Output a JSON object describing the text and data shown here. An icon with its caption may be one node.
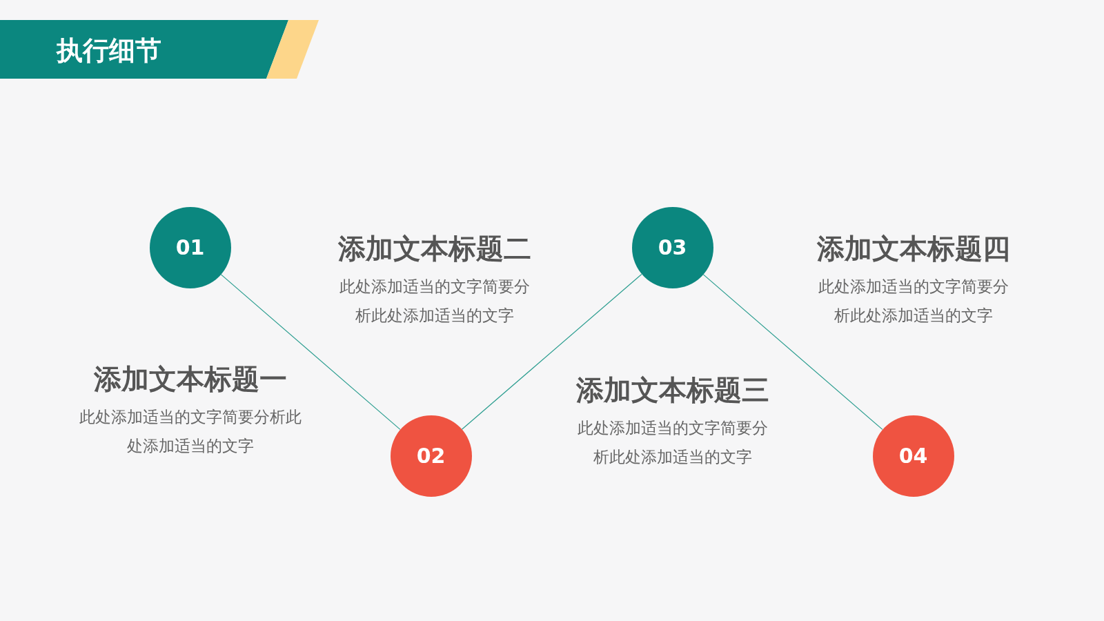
{
  "diagram": {
    "title": "执行细节",
    "nodes": [
      {
        "text": [
          "01"
        ],
        "beside": [
          "添加文本标题一",
          "此处添加适当的文字简要分析此处添加适当的文字"
        ]
      },
      {
        "text": [
          "02"
        ],
        "beside": [
          "添加文本标题二",
          "此处添加适当的文字简要分析此处添加适当的文字"
        ]
      },
      {
        "text": [
          "03"
        ],
        "beside": [
          "添加文本标题三",
          "此处添加适当的文字简要分析此处添加适当的文字"
        ]
      },
      {
        "text": [
          "04"
        ],
        "beside": [
          "添加文本标题四",
          "此处添加适当的文字简要分析此处添加适当的文字"
        ]
      }
    ],
    "edges": [
      {
        "from": 0,
        "to": 1,
        "arrow": "none"
      },
      {
        "from": 1,
        "to": 2,
        "arrow": "none"
      },
      {
        "from": 2,
        "to": 3,
        "arrow": "none"
      }
    ]
  }
}
